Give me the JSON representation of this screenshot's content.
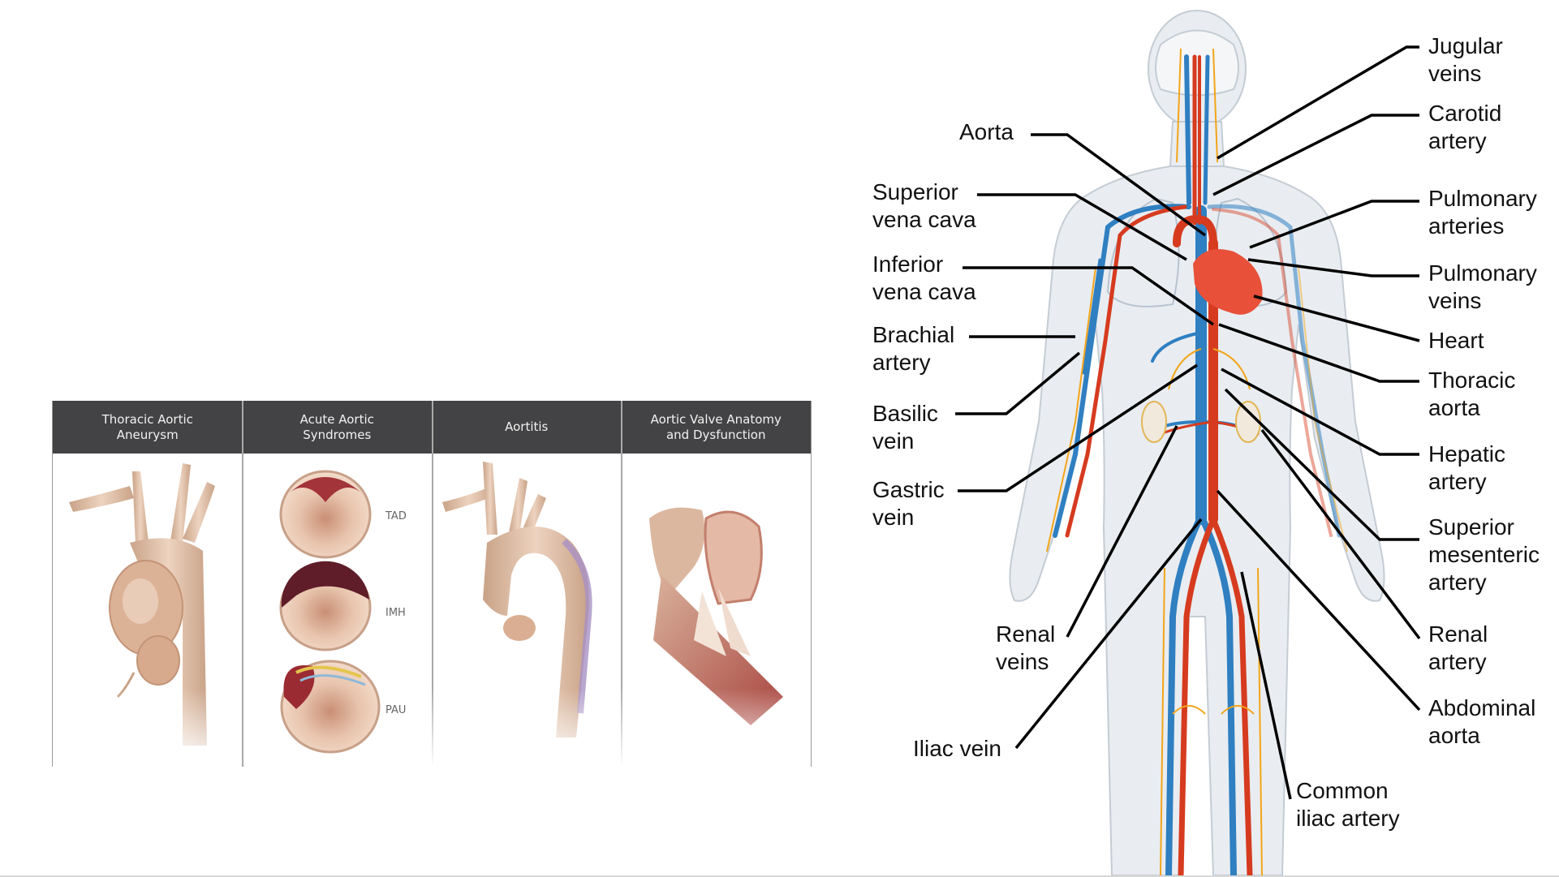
{
  "aortic_panel": {
    "columns": [
      {
        "title": "Thoracic Aortic\nAneurysm"
      },
      {
        "title": "Acute Aortic\nSyndromes"
      },
      {
        "title": "Aortitis"
      },
      {
        "title": "Aortic Valve Anatomy\nand Dysfunction"
      }
    ],
    "subtypes": [
      "TAD",
      "IMH",
      "PAU"
    ]
  },
  "circulatory_diagram": {
    "left_labels": {
      "aorta": "Aorta",
      "superior_vena_cava": "Superior\nvena cava",
      "inferior_vena_cava": "Inferior\nvena cava",
      "brachial_artery": "Brachial\nartery",
      "basilic_vein": "Basilic\nvein",
      "gastric_vein": "Gastric\nvein",
      "renal_veins": "Renal\nveins",
      "iliac_vein": "Iliac vein"
    },
    "right_labels": {
      "jugular_veins": "Jugular\nveins",
      "carotid_artery": "Carotid\nartery",
      "pulmonary_arteries": "Pulmonary\narteries",
      "pulmonary_veins": "Pulmonary\nveins",
      "heart": "Heart",
      "thoracic_aorta": "Thoracic\naorta",
      "hepatic_artery": "Hepatic\nartery",
      "superior_mesenteric_artery": "Superior\nmesenteric\nartery",
      "renal_artery": "Renal\nartery",
      "abdominal_aorta": "Abdominal\naorta",
      "common_iliac_artery": "Common\niliac artery"
    },
    "colors": {
      "artery": "#d63b1f",
      "vein": "#2f7fc1",
      "nerve": "#f2a51a",
      "heart": "#e8503a",
      "body": "#e9edf1"
    }
  }
}
